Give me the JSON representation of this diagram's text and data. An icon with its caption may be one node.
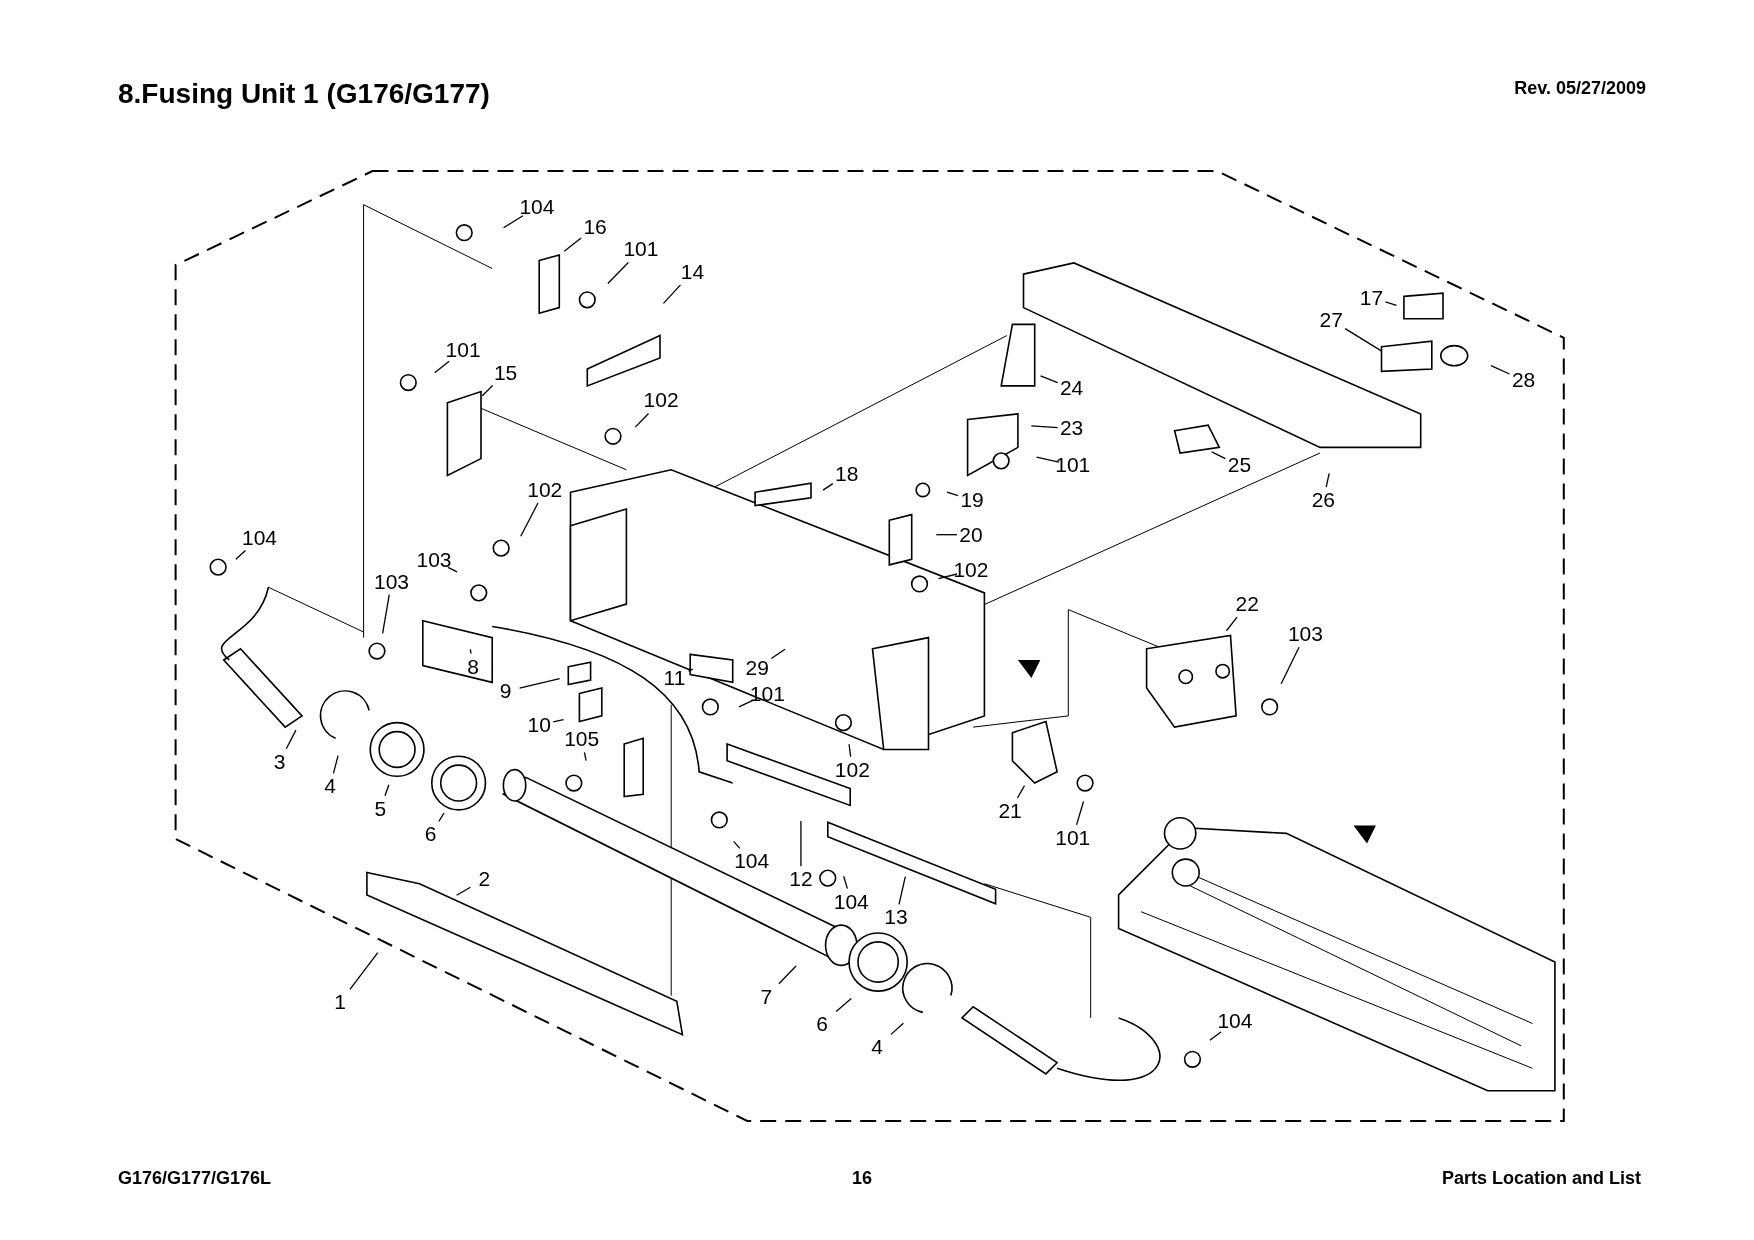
{
  "diagram": {
    "title": "8.Fusing Unit 1 (G176/G177)",
    "nodes": [
      {
        "text": [
          "104"
        ]
      },
      {
        "text": [
          "16"
        ]
      },
      {
        "text": [
          "101"
        ]
      },
      {
        "text": [
          "14"
        ]
      },
      {
        "text": [
          "101"
        ]
      },
      {
        "text": [
          "15"
        ]
      },
      {
        "text": [
          "102"
        ]
      },
      {
        "text": [
          "102"
        ]
      },
      {
        "text": [
          "104"
        ]
      },
      {
        "text": [
          "103"
        ]
      },
      {
        "text": [
          "103"
        ]
      },
      {
        "text": [
          "8"
        ]
      },
      {
        "text": [
          "9"
        ]
      },
      {
        "text": [
          "10"
        ]
      },
      {
        "text": [
          "105"
        ]
      },
      {
        "text": [
          "3"
        ]
      },
      {
        "text": [
          "4"
        ]
      },
      {
        "text": [
          "5"
        ]
      },
      {
        "text": [
          "6"
        ]
      },
      {
        "text": [
          "11"
        ]
      },
      {
        "text": [
          "29"
        ]
      },
      {
        "text": [
          "101"
        ]
      },
      {
        "text": [
          "104"
        ]
      },
      {
        "text": [
          "12"
        ]
      },
      {
        "text": [
          "104"
        ]
      },
      {
        "text": [
          "13"
        ]
      },
      {
        "text": [
          "102"
        ]
      },
      {
        "text": [
          "2"
        ]
      },
      {
        "text": [
          "1"
        ]
      },
      {
        "text": [
          "7"
        ]
      },
      {
        "text": [
          "6"
        ]
      },
      {
        "text": [
          "4"
        ]
      },
      {
        "text": [
          "104"
        ]
      },
      {
        "text": [
          "18"
        ]
      },
      {
        "text": [
          "19"
        ]
      },
      {
        "text": [
          "20"
        ]
      },
      {
        "text": [
          "102"
        ]
      },
      {
        "text": [
          "22"
        ]
      },
      {
        "text": [
          "103"
        ]
      },
      {
        "text": [
          "21"
        ]
      },
      {
        "text": [
          "101"
        ]
      },
      {
        "text": [
          "24"
        ]
      },
      {
        "text": [
          "23"
        ]
      },
      {
        "text": [
          "101"
        ]
      },
      {
        "text": [
          "25"
        ]
      },
      {
        "text": [
          "26"
        ]
      },
      {
        "text": [
          "17"
        ]
      },
      {
        "text": [
          "27"
        ]
      },
      {
        "text": [
          "28"
        ]
      }
    ],
    "edges": [
      {
        "from": 0,
        "to": null,
        "arrow": "none"
      },
      {
        "from": 1,
        "to": null,
        "arrow": "none"
      },
      {
        "from": 2,
        "to": null,
        "arrow": "none"
      },
      {
        "from": 3,
        "to": null,
        "arrow": "none"
      },
      {
        "from": 4,
        "to": null,
        "arrow": "none"
      },
      {
        "from": 5,
        "to": null,
        "arrow": "none"
      },
      {
        "from": 6,
        "to": null,
        "arrow": "none"
      },
      {
        "from": 7,
        "to": null,
        "arrow": "none"
      },
      {
        "from": 8,
        "to": null,
        "arrow": "none"
      },
      {
        "from": 9,
        "to": null,
        "arrow": "none"
      },
      {
        "from": 10,
        "to": null,
        "arrow": "none"
      },
      {
        "from": 11,
        "to": null,
        "arrow": "none"
      },
      {
        "from": 12,
        "to": null,
        "arrow": "none"
      },
      {
        "from": 13,
        "to": null,
        "arrow": "none"
      },
      {
        "from": 14,
        "to": null,
        "arrow": "none"
      },
      {
        "from": 15,
        "to": null,
        "arrow": "none"
      },
      {
        "from": 16,
        "to": null,
        "arrow": "none"
      },
      {
        "from": 17,
        "to": null,
        "arrow": "none"
      },
      {
        "from": 18,
        "to": null,
        "arrow": "none"
      },
      {
        "from": 19,
        "to": null,
        "arrow": "none"
      },
      {
        "from": 20,
        "to": null,
        "arrow": "none"
      },
      {
        "from": 21,
        "to": null,
        "arrow": "none"
      },
      {
        "from": 22,
        "to": null,
        "arrow": "none"
      },
      {
        "from": 23,
        "to": null,
        "arrow": "none"
      },
      {
        "from": 24,
        "to": null,
        "arrow": "none"
      },
      {
        "from": 25,
        "to": null,
        "arrow": "none"
      },
      {
        "from": 26,
        "to": null,
        "arrow": "none"
      },
      {
        "from": 27,
        "to": null,
        "arrow": "none"
      },
      {
        "from": 28,
        "to": null,
        "arrow": "none"
      },
      {
        "from": 29,
        "to": null,
        "arrow": "none"
      },
      {
        "from": 30,
        "to": null,
        "arrow": "none"
      },
      {
        "from": 31,
        "to": null,
        "arrow": "none"
      },
      {
        "from": 32,
        "to": null,
        "arrow": "none"
      },
      {
        "from": 33,
        "to": null,
        "arrow": "none"
      },
      {
        "from": 34,
        "to": null,
        "arrow": "none"
      },
      {
        "from": 35,
        "to": null,
        "arrow": "none"
      },
      {
        "from": 36,
        "to": null,
        "arrow": "none"
      },
      {
        "from": 37,
        "to": null,
        "arrow": "none"
      },
      {
        "from": 38,
        "to": null,
        "arrow": "none"
      },
      {
        "from": 39,
        "to": null,
        "arrow": "none"
      },
      {
        "from": 40,
        "to": null,
        "arrow": "none"
      },
      {
        "from": 41,
        "to": null,
        "arrow": "none"
      },
      {
        "from": 42,
        "to": null,
        "arrow": "none"
      },
      {
        "from": 43,
        "to": null,
        "arrow": "none"
      },
      {
        "from": 44,
        "to": null,
        "arrow": "none"
      },
      {
        "from": 45,
        "to": null,
        "arrow": "none"
      },
      {
        "from": 46,
        "to": null,
        "arrow": "none"
      },
      {
        "from": 47,
        "to": null,
        "arrow": "none"
      },
      {
        "from": 48,
        "to": null,
        "arrow": "none"
      }
    ],
    "labels": [
      "Rev. 05/27/2009",
      "G176/G177/G176L",
      "16",
      "Parts Location and List"
    ]
  }
}
